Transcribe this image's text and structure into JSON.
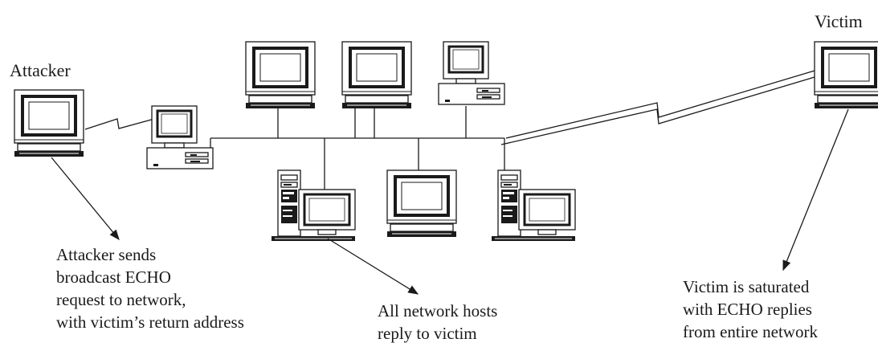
{
  "labels": {
    "attacker": "Attacker",
    "victim": "Victim"
  },
  "captions": {
    "attacker": [
      "Attacker sends",
      "broadcast ECHO",
      "request to network,",
      "with victim’s return address"
    ],
    "hosts": [
      "All network hosts",
      "reply to victim"
    ],
    "victim": [
      "Victim is saturated",
      "with ECHO replies",
      "from entire network"
    ]
  }
}
